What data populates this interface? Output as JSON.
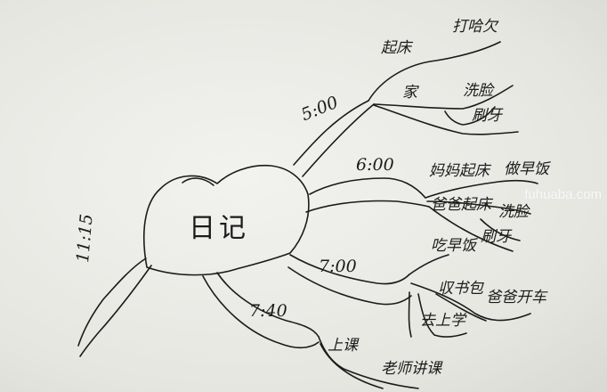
{
  "center": "日记",
  "watermark": "fuhuaba.com",
  "branches": {
    "t500": {
      "time": "5:00",
      "items": {
        "get_up": "起床",
        "wash_face": "洗脸",
        "brush_teeth": "刷牙",
        "yawn": "打哈欠",
        "sub": "家"
      }
    },
    "t600": {
      "time": "6:00",
      "items": {
        "mom_up": "妈妈起床",
        "cook": "做早饭",
        "dad_up": "爸爸起床",
        "wash_face": "洗脸",
        "brush_teeth": "刷牙"
      }
    },
    "t700": {
      "time": "7:00",
      "items": {
        "breakfast": "吃早饭",
        "pack_bag": "収书包",
        "to_school": "去上学",
        "dad_drive": "爸爸开车"
      }
    },
    "t740": {
      "time": "7:40",
      "items": {
        "class": "上课",
        "teacher": "老师讲课"
      }
    },
    "t1115": {
      "time": "11:15"
    }
  }
}
